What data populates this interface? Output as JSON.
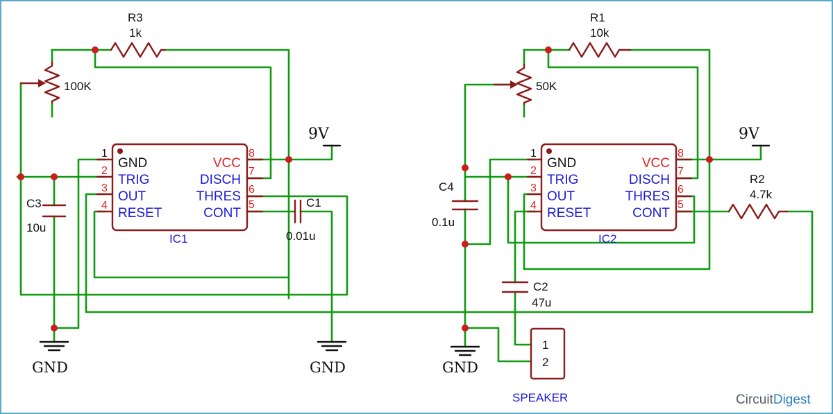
{
  "ic1": {
    "name": "IC1",
    "pins_left": [
      {
        "num": "1",
        "label": "GND"
      },
      {
        "num": "2",
        "label": "TRIG"
      },
      {
        "num": "3",
        "label": "OUT"
      },
      {
        "num": "4",
        "label": "RESET"
      }
    ],
    "pins_right": [
      {
        "num": "8",
        "label": "VCC"
      },
      {
        "num": "7",
        "label": "DISCH"
      },
      {
        "num": "6",
        "label": "THRES"
      },
      {
        "num": "5",
        "label": "CONT"
      }
    ]
  },
  "ic2": {
    "name": "IC2",
    "pins_left": [
      {
        "num": "1",
        "label": "GND"
      },
      {
        "num": "2",
        "label": "TRIG"
      },
      {
        "num": "3",
        "label": "OUT"
      },
      {
        "num": "4",
        "label": "RESET"
      }
    ],
    "pins_right": [
      {
        "num": "8",
        "label": "VCC"
      },
      {
        "num": "7",
        "label": "DISCH"
      },
      {
        "num": "6",
        "label": "THRES"
      },
      {
        "num": "5",
        "label": "CONT"
      }
    ]
  },
  "components": {
    "r3": {
      "ref": "R3",
      "value": "1k"
    },
    "pot1": {
      "value": "100K"
    },
    "c3": {
      "ref": "C3",
      "value": "10u"
    },
    "c1": {
      "ref": "C1",
      "value": "0.01u"
    },
    "r1": {
      "ref": "R1",
      "value": "10k"
    },
    "pot2": {
      "value": "50K"
    },
    "c4": {
      "ref": "C4",
      "value": "0.1u"
    },
    "r2": {
      "ref": "R2",
      "value": "4.7k"
    },
    "c2": {
      "ref": "C2",
      "value": "47u"
    },
    "speaker": {
      "label": "SPEAKER",
      "pin1": "1",
      "pin2": "2"
    }
  },
  "power": {
    "vcc_left": "9V",
    "vcc_right": "9V",
    "gnd_1": "GND",
    "gnd_2": "GND",
    "gnd_3": "GND"
  },
  "brand": {
    "part1": "Circuit",
    "part2": "Digest"
  },
  "colors": {
    "wire": "#0f9a0f",
    "component": "#8b1a1a",
    "junction": "#c81e1e",
    "pin_label": "#1a1ad6",
    "vcc_label": "#e01f1f"
  }
}
